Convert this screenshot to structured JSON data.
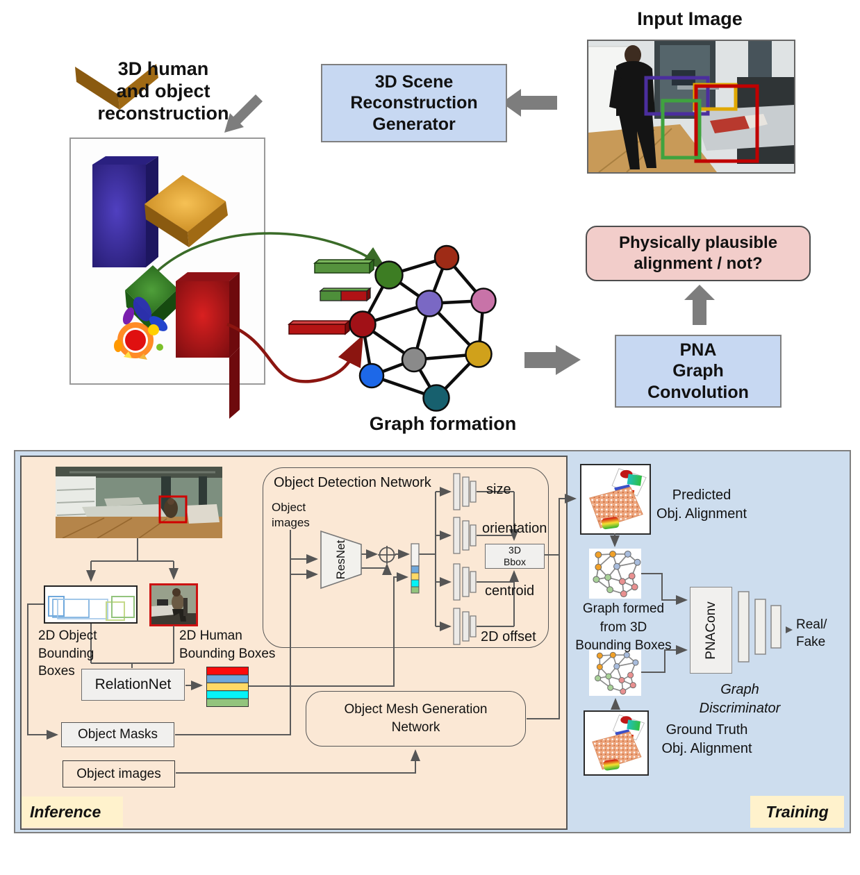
{
  "top": {
    "recon_label": "3D human\nand object\nreconstruction",
    "generator_box": "3D Scene\nReconstruction\nGenerator",
    "input_image_title": "Input Image",
    "graph_formation": "Graph formation",
    "plausible_box": "Physically plausible\nalignment / not?",
    "pna_box": "PNA\nGraph\nConvolution"
  },
  "inference": {
    "badge": "Inference",
    "odn_title": "Object Detection Network",
    "object_images_input": "Object\nimages",
    "resnet": "ResNet",
    "heads": {
      "size": "size",
      "orientation": "orientation",
      "centroid": "centroid",
      "offset": "2D offset"
    },
    "bbox3d": "3D\nBbox",
    "object_bboxes": "2D Object\nBounding\nBoxes",
    "human_bboxes": "2D Human\nBounding Boxes",
    "relationnet": "RelationNet",
    "object_masks": "Object Masks",
    "object_images_box": "Object images",
    "mesh_net": "Object Mesh Generation\nNetwork"
  },
  "training": {
    "badge": "Training",
    "predicted": "Predicted\nObj. Alignment",
    "graph_formed": "Graph formed\nfrom 3D\nBounding Boxes",
    "pnaconv": "PNAConv",
    "real_fake": "Real/\nFake",
    "discriminator": "Graph\nDiscriminator",
    "ground_truth": "Ground Truth\nObj. Alignment"
  },
  "colors": {
    "panel_blue": "#c7d8f2",
    "panel_pink": "#f2cdca",
    "inference_bg": "#fbe8d5",
    "training_bg": "#cdddee",
    "badge_bg": "#fff2cc",
    "arrow_gray": "#7d7d7d",
    "node_green": "#3d7d23",
    "node_brown": "#9e2b16",
    "node_purple": "#7a68c4",
    "node_pink": "#c873a8",
    "node_red": "#a11117",
    "node_gray": "#8a8a8a",
    "node_gold": "#d0a11b",
    "node_blue": "#1d68e8",
    "node_teal": "#17606e",
    "stack": [
      "#fc0b0b",
      "#6fa8dc",
      "#ffd966",
      "#06f3f7",
      "#93c47d"
    ]
  }
}
